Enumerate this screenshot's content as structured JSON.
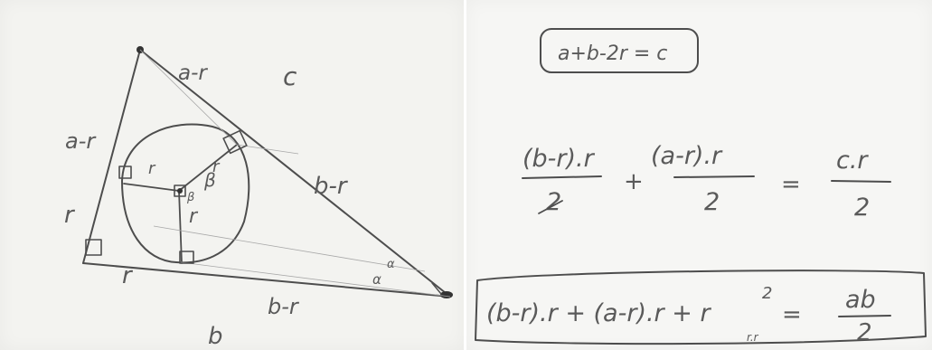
{
  "triangle": {
    "side_labels": {
      "top_right": "a-r",
      "hyp_upper": "c",
      "left_upper": "a-r",
      "right_lower": "b-r",
      "left_lower": "r",
      "bottom_left": "r",
      "bottom_right": "b-r",
      "bottom_outside": "b"
    },
    "angle_labels": {
      "upper_angle": "β",
      "center_angle": "β",
      "inradius": "r",
      "right_corner": "α",
      "right_corner_small": "α"
    }
  },
  "equations": {
    "boxed": "a+b-2r = c",
    "area_sum": {
      "term1_num": "(b-r).r",
      "term1_den": "2",
      "plus": "+",
      "term2_num": "(a-r).r",
      "term2_den": "2",
      "equals": "=",
      "rhs_num": "c.r",
      "rhs_den": "2"
    },
    "final": {
      "lhs": "(b-r).r + (a-r).r + r",
      "exponent": "2",
      "equals": "=",
      "rhs_num": "ab",
      "rhs_den": "2",
      "note": "r.r"
    }
  }
}
